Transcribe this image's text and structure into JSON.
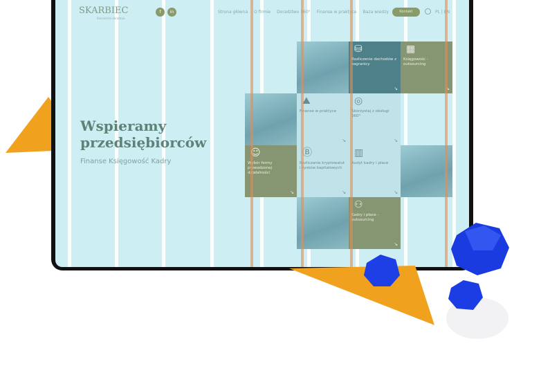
{
  "nav": {
    "logo": "SKARBIEC",
    "logo_sub": "Kancelaria doradcza",
    "social": [
      "f",
      "in"
    ],
    "menu": [
      "Strona główna",
      "O firmie",
      "Doradztwo 360°",
      "Finanse w praktyce",
      "Baza wiedzy"
    ],
    "contact": "Kontakt",
    "lang": "PL | EN"
  },
  "hero": {
    "title_line1": "Wspieramy",
    "title_line2": "przedsiębiorców",
    "subtitle": "Finanse Księgowość Kadry"
  },
  "tiles": [
    {
      "label": "Rozliczenie dochodów z zagranicy",
      "icon": "coins-icon"
    },
    {
      "label": "Księgowość - outsourcing",
      "icon": "presentation-icon"
    },
    {
      "label": "Finanse w praktyce",
      "icon": "chart-icon"
    },
    {
      "label": "Skorzystaj z obsługi 360°",
      "icon": "target-icon"
    },
    {
      "label": "Wybór formy prowadzonej działalności",
      "icon": "person-icon"
    },
    {
      "label": "Rozliczanie kryptowalut i zysków kapitałowych",
      "icon": "bitcoin-icon"
    },
    {
      "label": "Audyt kadry i płace",
      "icon": "building-icon"
    },
    {
      "label": "Kadry i płace - outsourcing",
      "icon": "team-icon"
    }
  ],
  "colors": {
    "accent": "#869672",
    "dark_tile": "#4d8088",
    "orange": "#f0a11e",
    "gem": "#1a3ee0"
  }
}
